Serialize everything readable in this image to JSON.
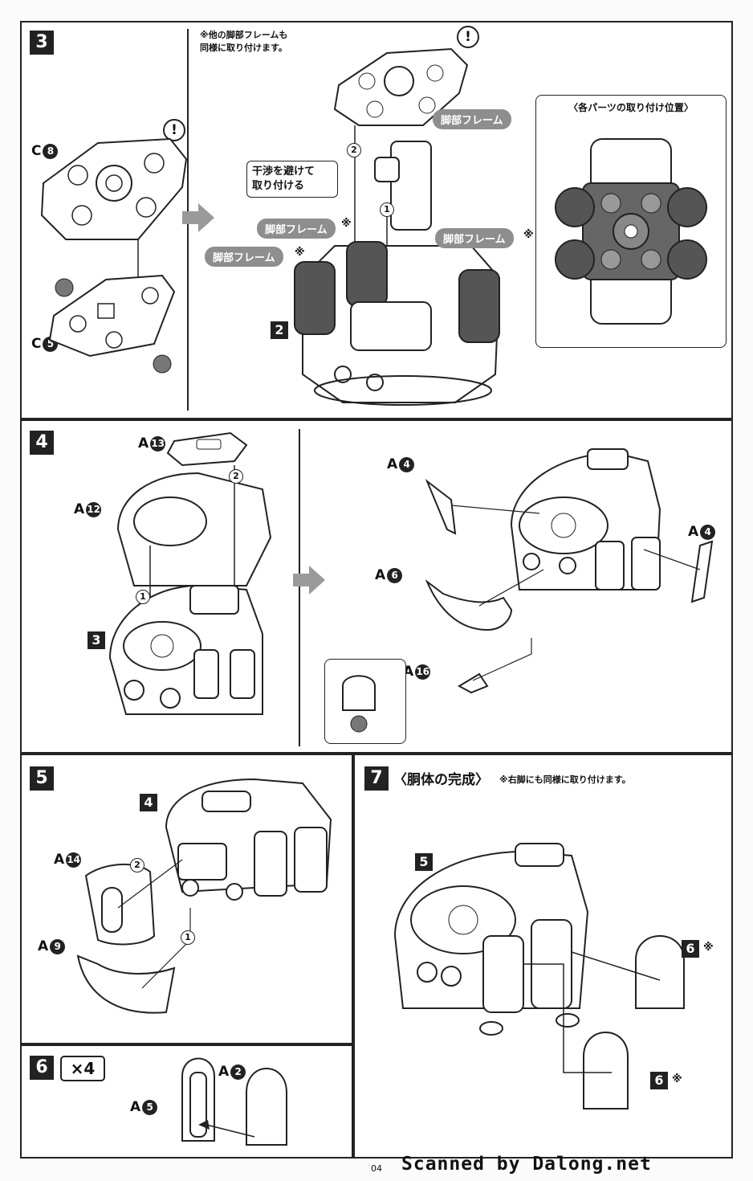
{
  "steps": {
    "s3": {
      "num": "3",
      "note": "※他の脚部フレームも\n同様に取り付けます。",
      "left_parts": [
        "C",
        "8",
        "C",
        "5"
      ],
      "callout": "干渉を避けて\n取り付ける",
      "sub_label": "2",
      "bubbles": [
        "脚部フレーム",
        "脚部フレーム",
        "脚部フレーム",
        "脚部フレーム"
      ],
      "inset_title": "〈各パーツの取り付け位置〉"
    },
    "s4": {
      "num": "4",
      "parts": [
        "A",
        "13",
        "A",
        "12",
        "A",
        "4",
        "A",
        "4",
        "A",
        "6",
        "A",
        "16"
      ],
      "sub_label": "3"
    },
    "s5": {
      "num": "5",
      "sub_label": "4",
      "parts": [
        "A",
        "14",
        "A",
        "9"
      ]
    },
    "s6": {
      "num": "6",
      "multiplier": "×4",
      "parts": [
        "A",
        "2",
        "A",
        "5"
      ]
    },
    "s7": {
      "num": "7",
      "title": "〈胴体の完成〉",
      "note": "※右脚にも同様に取り付けます。",
      "sub_label": "5",
      "tags": [
        "6",
        "6"
      ]
    }
  },
  "order": [
    "1",
    "2"
  ],
  "marks": {
    "ref": "※",
    "excl": "!"
  },
  "footer": {
    "page": "04",
    "scan": "Scanned by Dalong.net"
  },
  "colors": {
    "ink": "#222222",
    "bubble": "#8e8e8e",
    "paper": "#ffffff"
  }
}
